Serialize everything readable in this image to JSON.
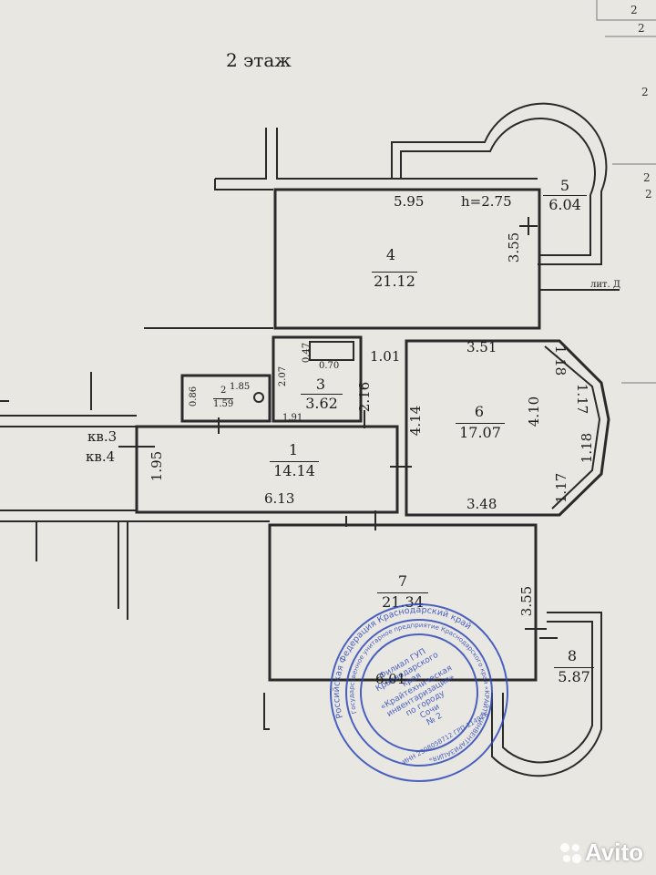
{
  "title": "2 этаж",
  "rooms": [
    {
      "no": "4",
      "area": "21.12"
    },
    {
      "no": "5",
      "area": "6.04"
    },
    {
      "no": "3",
      "area": "3.62"
    },
    {
      "no": "2",
      "area": "1.59"
    },
    {
      "no": "1",
      "area": "14.14"
    },
    {
      "no": "6",
      "area": "17.07"
    },
    {
      "no": "7",
      "area": "21.34"
    },
    {
      "no": "8",
      "area": "5.87"
    }
  ],
  "dimensions": {
    "d595": "5.95",
    "height": "h=2.75",
    "d355a": "3.55",
    "d101": "1.01",
    "d351": "3.51",
    "d118a": "1.18",
    "d117a": "1.17",
    "d118b": "1.18",
    "d117b": "1.17",
    "d410": "4.10",
    "d414": "4.14",
    "d216": "2.16",
    "d207": "2.07",
    "d047": "0.47",
    "d070": "0.70",
    "d191": "1.91",
    "d185": "1.85",
    "d086": "0.86",
    "d195": "1.95",
    "d613": "6.13",
    "d348": "3.48",
    "d355b": "3.55",
    "d601": "6.01"
  },
  "labels": {
    "kv3": "кв.3",
    "kv4": "кв.4",
    "lit": "лит. Д"
  },
  "edge_numbers": [
    "2",
    "2",
    "2",
    "2",
    "2"
  ],
  "stamp": {
    "outer_text": "Российская Федерация Краснодарский край",
    "ring_text": "Государственное унитарное предприятие Краснодарского края «КРАЙТЕХИНВЕНТАРИЗАЦИЯ»",
    "inner_lines": [
      "Филиал ГУП",
      "Краснодарского",
      "края",
      "«Крайтехническая",
      "инвентаризация»",
      "по городу",
      "Сочи",
      "№ 2"
    ],
    "inn": "ИНН 2308058712 ГРП 114976"
  },
  "watermark": "Avito",
  "colors": {
    "paper": "#e9e7e2",
    "line": "#2a2a2a",
    "stamp": "#2e49b8"
  }
}
